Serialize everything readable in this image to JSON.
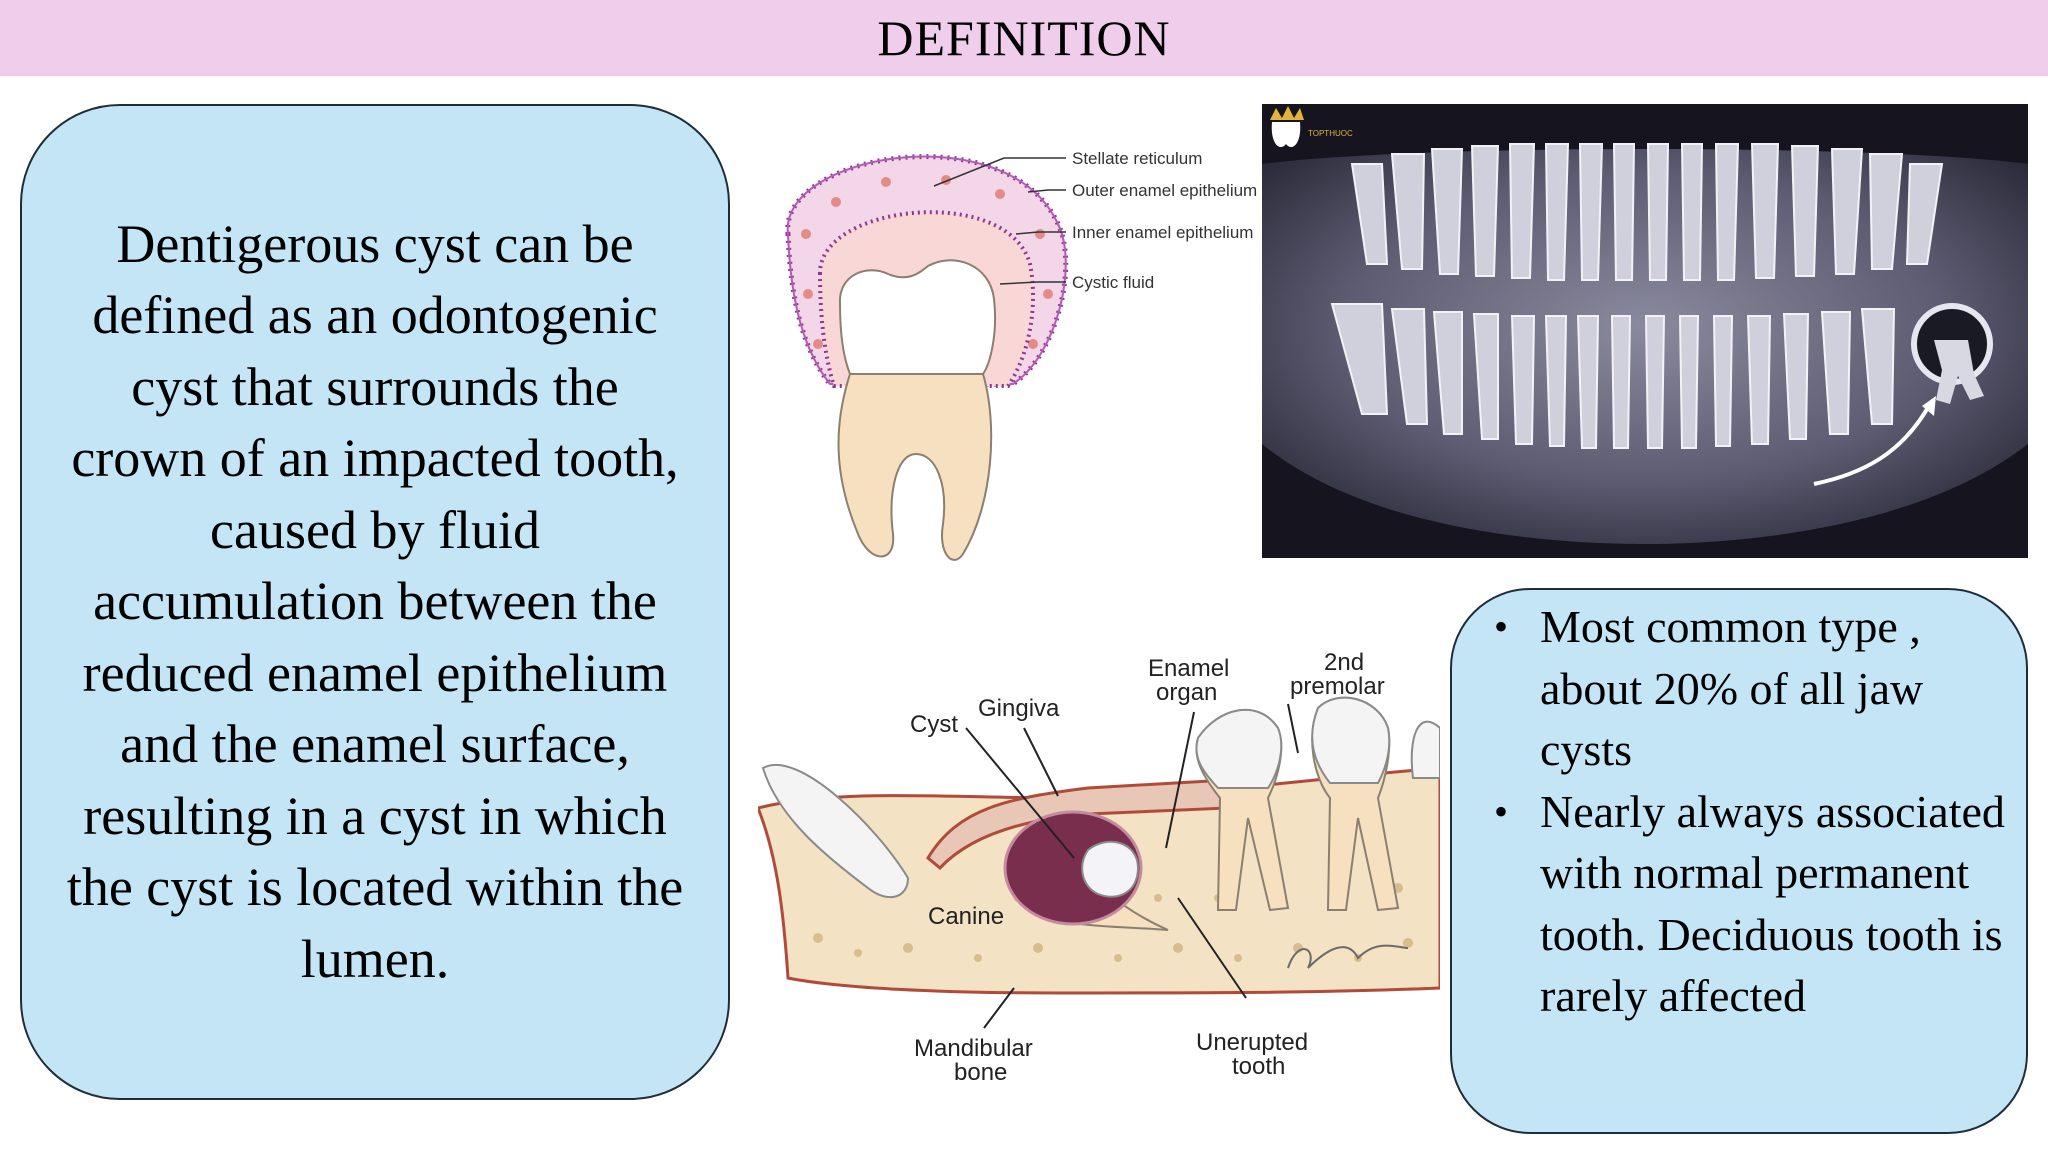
{
  "title": "DEFINITION",
  "definition_text": "Dentigerous cyst can be defined as an odontogenic cyst that surrounds the crown of an impacted tooth, caused by fluid accumulation between the reduced enamel epithelium and the enamel surface, resulting in a cyst in which the cyst is located within the lumen.",
  "facts": [
    "Most common type , about 20% of all jaw cysts",
    "Nearly always associated with normal permanent tooth. Deciduous tooth is rarely affected"
  ],
  "bullet_symbol": "•",
  "tooth_diagram": {
    "labels": {
      "stellate": "Stellate reticulum",
      "outer": "Outer enamel epithelium",
      "inner": "Inner enamel epithelium",
      "fluid": "Cystic fluid"
    }
  },
  "xray": {
    "logo_text": "TOPTHUOC"
  },
  "jaw_diagram": {
    "labels": {
      "gingiva": "Gingiva",
      "cyst": "Cyst",
      "enamel_organ_1": "Enamel",
      "enamel_organ_2": "organ",
      "premolar_1": "2nd",
      "premolar_2": "premolar",
      "canine": "Canine",
      "mandibular_1": "Mandibular",
      "mandibular_2": "bone",
      "unerupted_1": "Unerupted",
      "unerupted_2": "tooth"
    }
  },
  "colors": {
    "title_bar": "#f0cdeb",
    "box_fill": "#c4e5f5",
    "box_border": "#1f2d3a",
    "xray_bg": "#15141f",
    "cyst_fill": "#7a2e4e"
  }
}
